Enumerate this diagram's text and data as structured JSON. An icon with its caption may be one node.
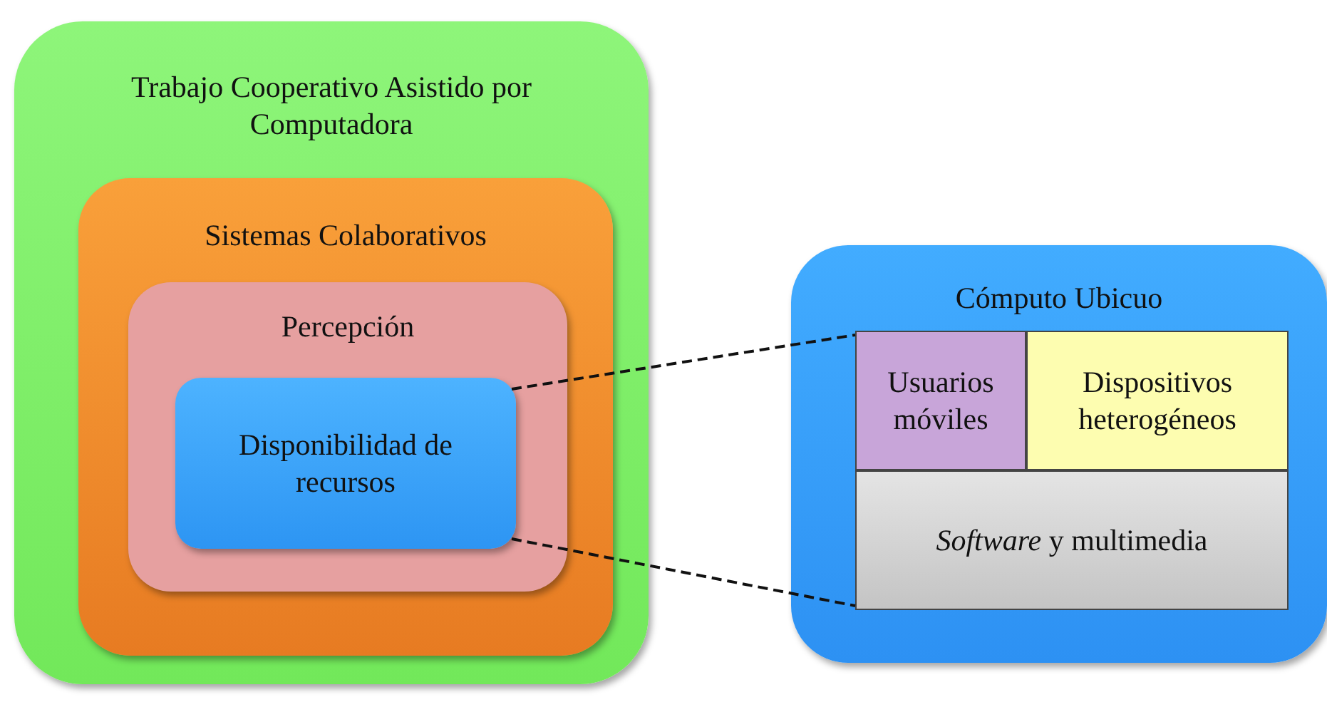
{
  "diagram": {
    "nodes": [
      {
        "text": [
          "Trabajo Cooperativo Asistido por Computadora"
        ]
      },
      {
        "text": [
          "Sistemas Colaborativos"
        ],
        "in": 0
      },
      {
        "text": [
          "Percepción"
        ],
        "in": 1
      },
      {
        "text": [
          "Disponibilidad de recursos"
        ],
        "in": 2
      },
      {
        "text": [
          "Cómputo Ubicuo"
        ]
      },
      {
        "text": [
          "Usuarios móviles"
        ],
        "in": 4
      },
      {
        "text": [
          "Dispositivos heterogéneos"
        ],
        "in": 4
      },
      {
        "text": [
          "*Software* y multimedia"
        ],
        "in": 4
      }
    ],
    "edges": [
      {
        "from": 3,
        "to": 5,
        "arrow": "none",
        "style": "dashed"
      },
      {
        "from": 3,
        "to": 7,
        "arrow": "none",
        "style": "dashed"
      }
    ]
  }
}
